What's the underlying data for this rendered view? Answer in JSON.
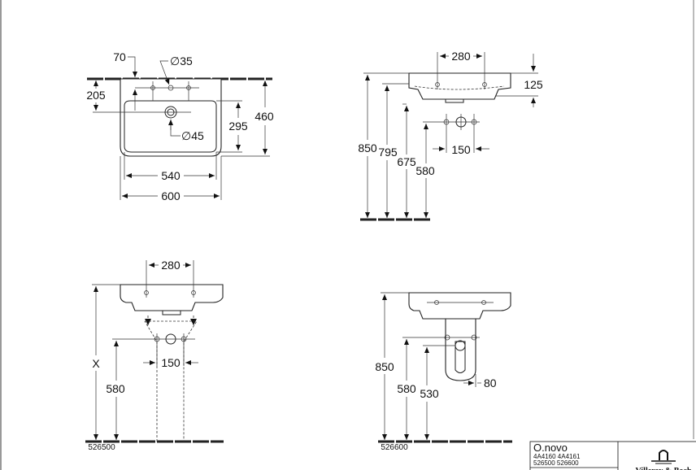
{
  "top_view": {
    "dims": {
      "offset": "70",
      "tap_hole": "∅35",
      "depth_to_drain": "205",
      "drain": "∅45",
      "bowl_depth": "295",
      "depth": "460",
      "bowl_width": "540",
      "width": "600"
    }
  },
  "side_view": {
    "dims": {
      "tap_spacing": "280",
      "height_thickness": "125",
      "rim_height": "850",
      "underside_height": "795",
      "drain_height": "675",
      "pipe_height": "580",
      "pipe_spacing": "150"
    }
  },
  "front_view_pedestal": {
    "code": "526500",
    "dims": {
      "tap_spacing": "280",
      "height_x": "X",
      "pipe_height": "580",
      "pipe_spacing": "150"
    }
  },
  "front_view_half_pedestal": {
    "code": "526600",
    "dims": {
      "rim_height": "850",
      "pipe_height": "580",
      "pedestal_bottom": "530",
      "pedestal_width": "80"
    }
  },
  "title_block": {
    "product": "O.novo",
    "codes_line1": "4A4160  4A4161",
    "codes_line2": "526500  526600",
    "brand": "Villeroy & Boch"
  }
}
